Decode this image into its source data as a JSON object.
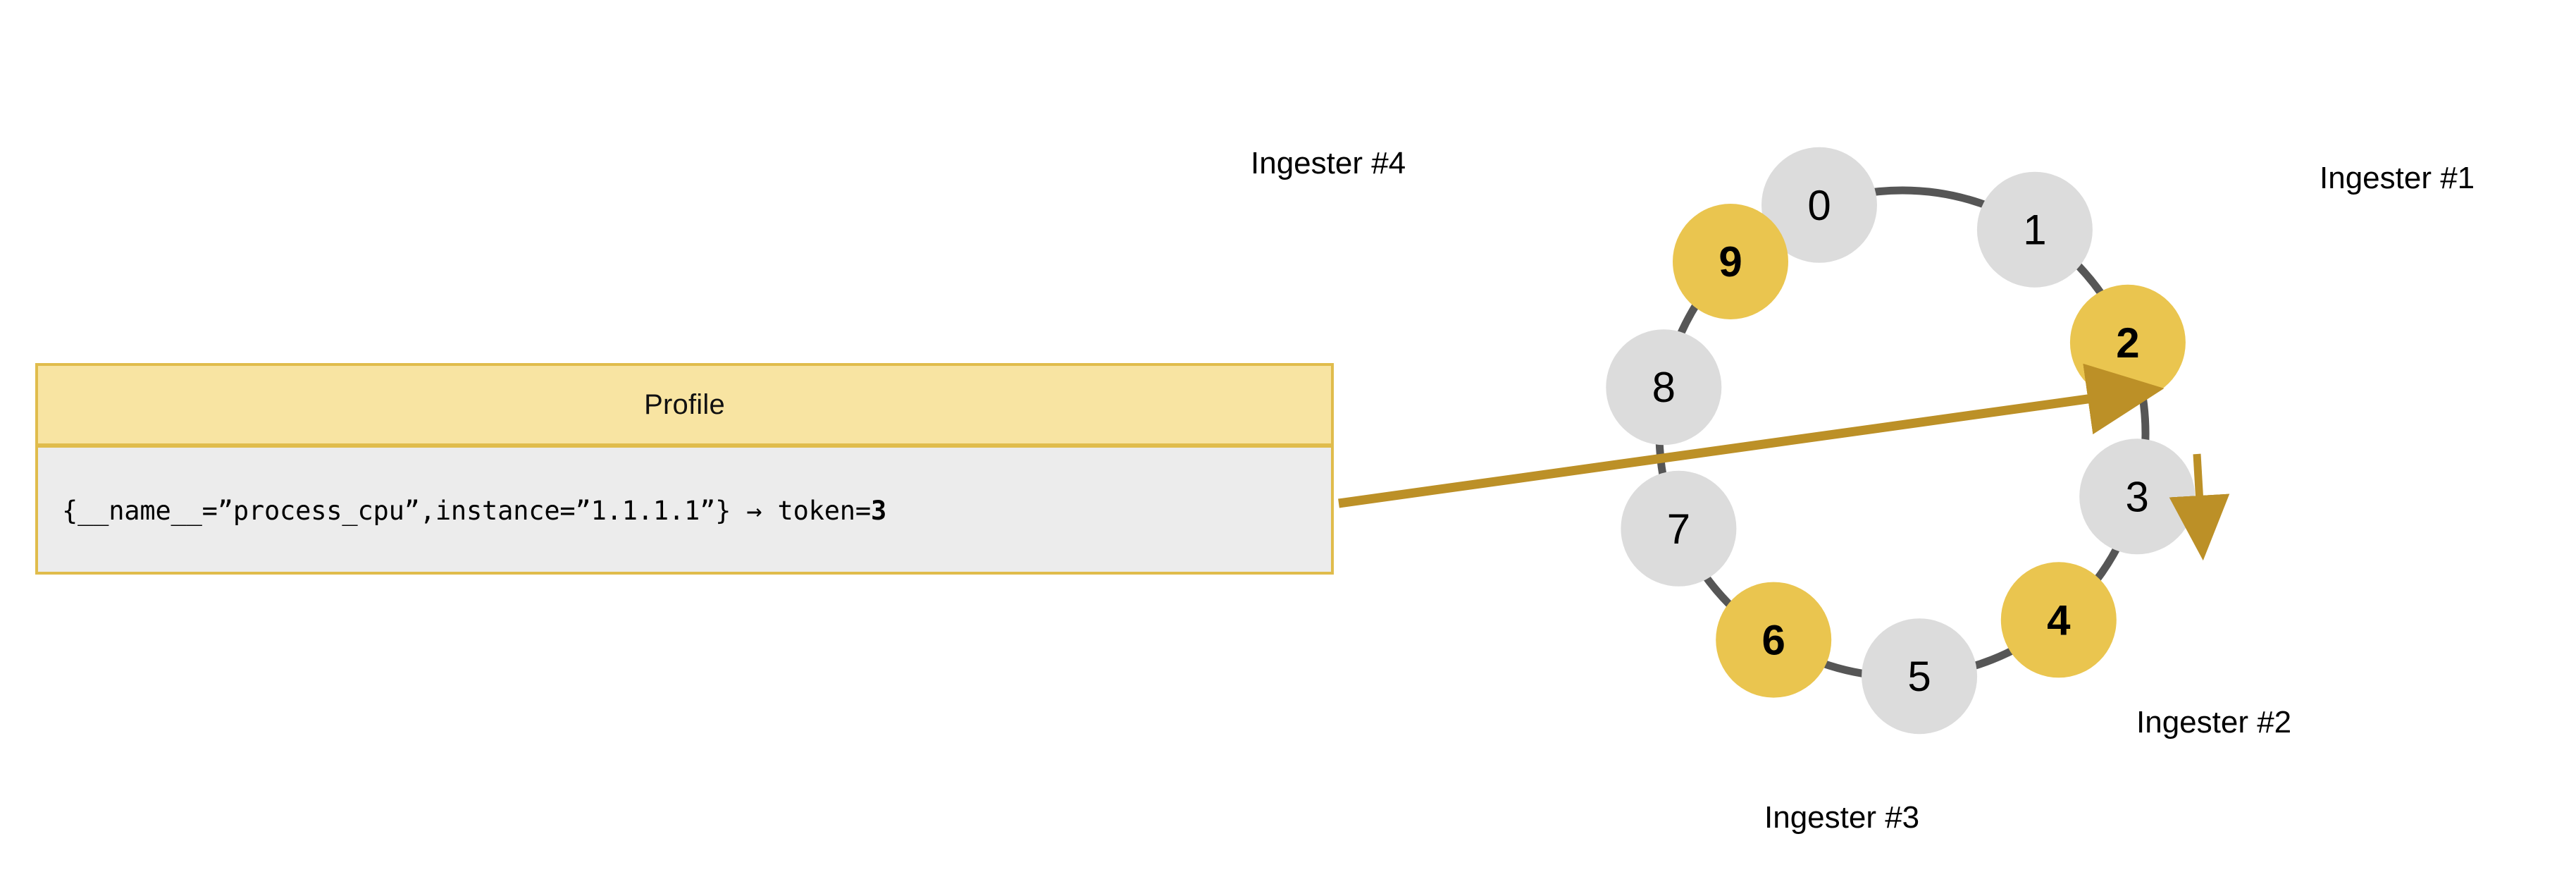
{
  "diagram": {
    "title_hidden": "",
    "profile": {
      "header_label": "Profile",
      "expression_prefix": "{__name__=”process_cpu”,instance=”1.1.1.1”} → token=",
      "expression_token": "3",
      "expression_full": "{__name__=”process_cpu”,instance=”1.1.1.1”} → token=3"
    },
    "ring": {
      "token_count": 10,
      "nodes": [
        {
          "label": "0",
          "highlighted": false,
          "angle_deg": -20
        },
        {
          "label": "1",
          "highlighted": false,
          "angle_deg": 33
        },
        {
          "label": "2",
          "highlighted": true,
          "angle_deg": 68
        },
        {
          "label": "3",
          "highlighted": false,
          "angle_deg": 105
        },
        {
          "label": "4",
          "highlighted": true,
          "angle_deg": 140
        },
        {
          "label": "5",
          "highlighted": false,
          "angle_deg": 176
        },
        {
          "label": "6",
          "highlighted": true,
          "angle_deg": 212
        },
        {
          "label": "7",
          "highlighted": false,
          "angle_deg": 247
        },
        {
          "label": "8",
          "highlighted": false,
          "angle_deg": 281
        },
        {
          "label": "9",
          "highlighted": true,
          "angle_deg": 315
        }
      ]
    },
    "ingesters": [
      {
        "name": "Ingester #4",
        "owns_token": "9"
      },
      {
        "name": "Ingester #1",
        "owns_token": "2"
      },
      {
        "name": "Ingester #2",
        "owns_token": "4"
      },
      {
        "name": "Ingester #3",
        "owns_token": "6"
      }
    ],
    "arrows": [
      {
        "from": "profile-card",
        "to": "token-3",
        "style": "straight"
      },
      {
        "from": "token-3",
        "to": "token-4",
        "style": "straight"
      }
    ],
    "colors": {
      "highlight": "#EAC54F",
      "node_plain": "#DCDCDC",
      "ring_stroke": "#565656",
      "arrow": "#BC9027",
      "card_header_bg": "#F8E4A2",
      "card_border": "#E0BC4C",
      "card_body_bg": "#ECECEC",
      "text": "#000000"
    }
  }
}
